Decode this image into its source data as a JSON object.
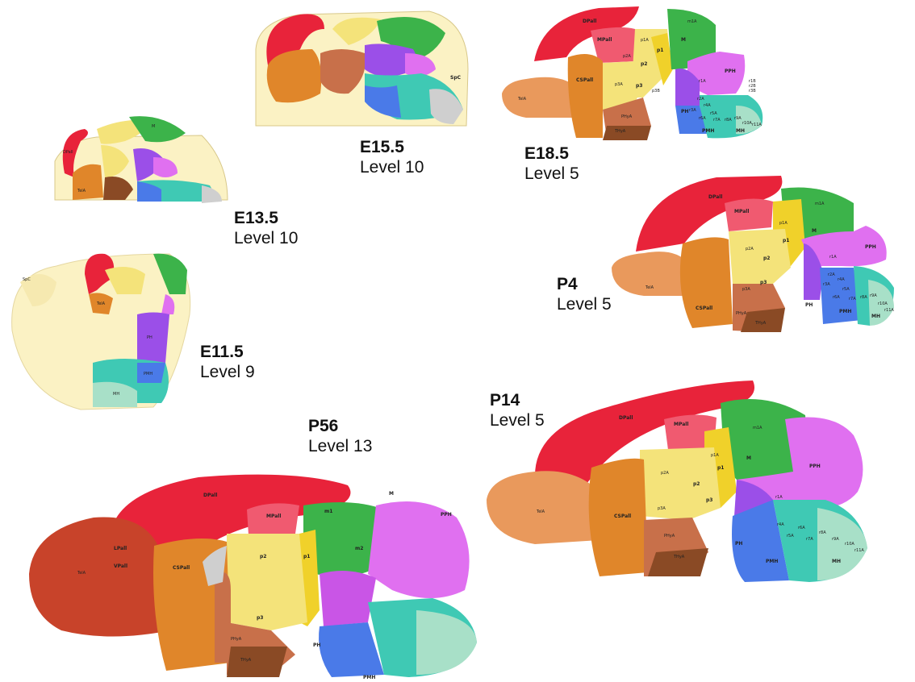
{
  "colors": {
    "pallium": "#e8233a",
    "mpall": "#f05a70",
    "subpallium": "#e0862a",
    "telencephalon_light": "#e9995c",
    "diencephalon_yellow": "#f4e37a",
    "p1": "#f0d12a",
    "hypothalamus": "#c8704a",
    "hypothalamus_dark": "#8a4a25",
    "midbrain": "#3cb34a",
    "midbrain_dark": "#2a9a38",
    "hindbrain_violet": "#9b4fe8",
    "cerebellum": "#e070f0",
    "pons_blue": "#4a7ae8",
    "medulla_teal": "#3fc9b4",
    "medulla_pale": "#a8e0c8",
    "embryo_bg": "#fbf2c4",
    "grey": "#cfcfcf"
  },
  "panels": [
    {
      "id": "e11",
      "stage": "E11.5",
      "level": "Level 9",
      "regions": [
        "SpC",
        "TelA",
        "PH",
        "PMH",
        "MH"
      ]
    },
    {
      "id": "e13",
      "stage": "E13.5",
      "level": "Level 10",
      "regions": [
        "DPall",
        "TelA",
        "M"
      ]
    },
    {
      "id": "e15",
      "stage": "E15.5",
      "level": "Level 10",
      "regions": [
        "SpC"
      ]
    },
    {
      "id": "e18",
      "stage": "E18.5",
      "level": "Level 5",
      "regions": [
        "DPall",
        "MPall",
        "CSPall",
        "TelA",
        "p1A",
        "p2A",
        "p2",
        "p1",
        "p3A",
        "p3",
        "p3B",
        "PHyA",
        "THyA",
        "M",
        "m1A",
        "PPH",
        "r1A",
        "r2A",
        "r3A",
        "r4A",
        "r5A",
        "r6A",
        "r7A",
        "r8A",
        "r9A",
        "r10A",
        "r11A",
        "PH",
        "PMH",
        "MH",
        "r1B",
        "r2B",
        "r3B"
      ]
    },
    {
      "id": "p4",
      "stage": "P4",
      "level": "Level 5",
      "regions": [
        "DPall",
        "MPall",
        "CSPall",
        "TelA",
        "p1A",
        "p2A",
        "p2",
        "p1",
        "p3A",
        "p3",
        "PHyA",
        "THyA",
        "M",
        "m1A",
        "PPH",
        "r1A",
        "r2A",
        "r3A",
        "r4A",
        "r5A",
        "r6A",
        "r7A",
        "r8A",
        "r9A",
        "r10A",
        "r11A",
        "PH",
        "PMH",
        "MH"
      ]
    },
    {
      "id": "p14",
      "stage": "P14",
      "level": "Level 5",
      "regions": [
        "DPall",
        "MPall",
        "CSPall",
        "TelA",
        "p1A",
        "p2A",
        "p2",
        "p1",
        "p3A",
        "p3",
        "PHyA",
        "THyA",
        "M",
        "m1A",
        "PPH",
        "r1A",
        "r4A",
        "r5A",
        "r6A",
        "r7A",
        "r8A",
        "r9A",
        "r10A",
        "r11A",
        "PH",
        "PMH",
        "MH"
      ]
    },
    {
      "id": "p56",
      "stage": "P56",
      "level": "Level 13",
      "regions": [
        "DPall",
        "MPall",
        "CSPall",
        "LPall",
        "VPall",
        "TelA",
        "p1",
        "p2",
        "p3",
        "PHyA",
        "THyA",
        "m1",
        "m2",
        "M",
        "PPH",
        "PH",
        "PMH"
      ]
    }
  ]
}
